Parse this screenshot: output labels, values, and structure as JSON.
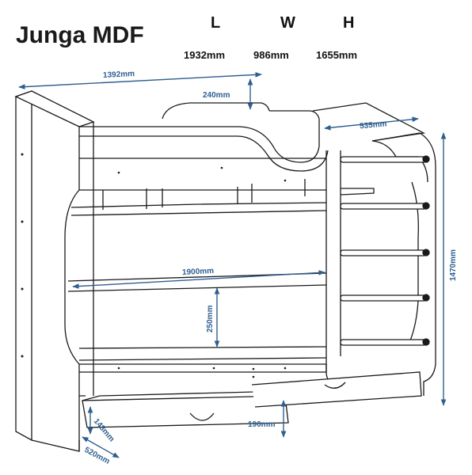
{
  "title": "Junga MDF",
  "specs": {
    "headers": [
      "L",
      "W",
      "H"
    ],
    "values": [
      "1932mm",
      "986mm",
      "1655mm"
    ]
  },
  "dimensions": {
    "total_length": "1392mm",
    "guard_height": "240mm",
    "ladder_width": "535mm",
    "total_height": "1470mm",
    "bed_length": "1900mm",
    "bed_clearance": "250mm",
    "drawer_height": "148mm",
    "drawer_inner_height": "190mm",
    "drawer_width": "520mm"
  },
  "colors": {
    "line": "#1a1a1a",
    "dimension": "#2f5f8f"
  }
}
